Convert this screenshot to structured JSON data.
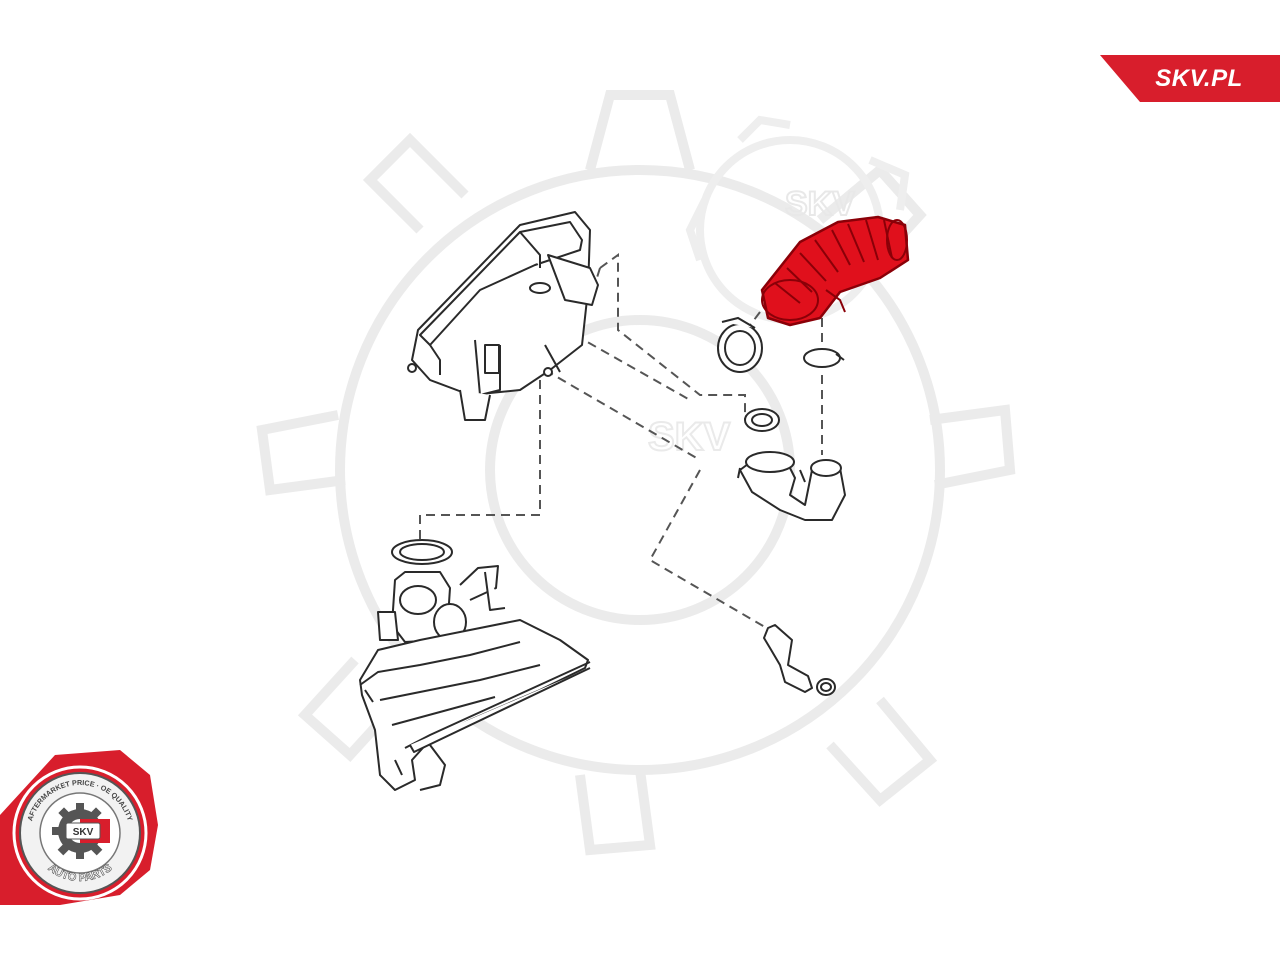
{
  "brand": {
    "site_label": "SKV.PL",
    "accent_color": "#d81e2c"
  },
  "watermark": {
    "text": "SKV",
    "icon": "gear-icon"
  },
  "badge": {
    "arc_top": "AFTERMARKET PRICE · OE QUALITY",
    "arc_bottom": "AUTO PARTS",
    "center": "SKV",
    "icon": "gear-icon"
  },
  "diagram": {
    "highlighted_part": "air-intake-hose",
    "highlight_color": "#e0101c",
    "line_color": "#2a2a2a"
  }
}
